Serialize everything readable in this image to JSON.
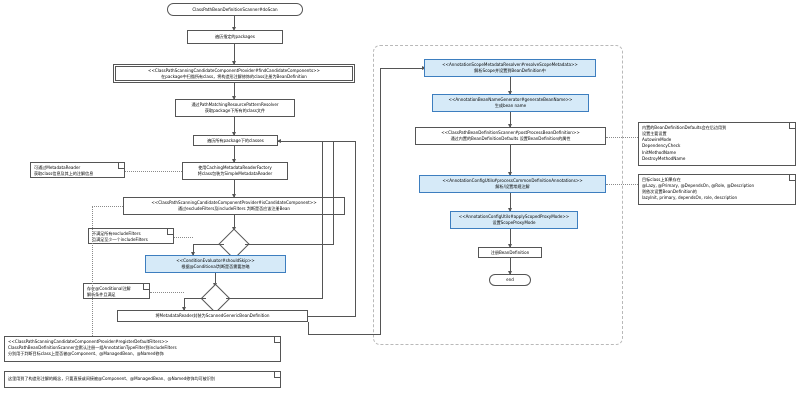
{
  "diagram": {
    "title": "ClassPathBeanDefinitionScanner#doScan flow",
    "colors": {
      "blue_fill": "#d6eaf8",
      "blue_border": "#3d7ebf",
      "node_border": "#555555",
      "group_border": "#b9b9b9"
    }
  },
  "nodes": {
    "start": {
      "label": "ClassPathBeanDefinitionScanner#doScan"
    },
    "iterate_packages": {
      "label": "遍历指定的packages"
    },
    "find_candidate_components": {
      "l1": "<<ClassPathScanningCandidateComponentProvider#findCandidateComponents>>",
      "l2": "在package中扫描所有class，将构造形注解修饰的class注册为BeanDefinition"
    },
    "resource_resolver": {
      "l1": "通过PathMatchingResourcePatternResolver",
      "l2": "获取package下所有的class文件"
    },
    "iterate_classes": {
      "label": "遍历所有package下的classes"
    },
    "metadata_reader_factory": {
      "l1": "使用CachingMetadataReaderFactory",
      "l2": "将class包装为SimpleMetadataReader"
    },
    "is_candidate_component": {
      "l1": "<<ClassPathScanningCandidateComponentProvider#isCandidateComponent>>",
      "l2": "通过excludeFilters及includeFilters 判断是否应该注册Bean"
    },
    "decision_filters": {
      "label": ""
    },
    "should_skip": {
      "l1": "<<ConditionEvaluator#shouldSkip>>",
      "l2": "根据@Conditional判断是否需要忽略"
    },
    "decision_conditional": {
      "label": ""
    },
    "wrap_bean_definition": {
      "label": "将MetadataReader封装为ScannedGenericBeanDefinition"
    },
    "resolve_scope_metadata": {
      "l1": "<<AnnotationScopeMetadataResolver#resolveScopeMetadata>>",
      "l2": "解析Scope并设置到BeanDefinition中"
    },
    "generate_bean_name": {
      "l1": "<<AnnotationBeanNameGenerator#generateBeanName>>",
      "l2": "生成bean name"
    },
    "post_process_bean_definition": {
      "l1": "<<ClassPathBeanDefinitionScanner#postProcessBeanDefinition>>",
      "l2": "通过内置的BeanDefinitionDefaults 设置BeanDefinition的属性"
    },
    "process_common_annotations": {
      "l1": "<<AnnotationConfigUtils#processCommonDefinitionAnnotations>>",
      "l2": "解析/设置常规注解"
    },
    "apply_scoped_proxy_mode": {
      "l1": "<<AnnotationConfigUtils#applyScopedProxyMode>>",
      "l2": "设置ScopeProxyMode"
    },
    "register_bean_definition": {
      "label": "注册BeanDefinition"
    },
    "end": {
      "label": "end"
    }
  },
  "notes": {
    "metadata_reader": {
      "lines": [
        "可通过MetadataReader",
        "获取class信息及其上的注解信息"
      ]
    },
    "filters_condition": {
      "lines": [
        "不满足所有excludeFilters",
        "且满足至少一个includeFilters"
      ]
    },
    "conditional_note": {
      "lines": [
        "存在@Conditional注解",
        "解析条件且满足"
      ]
    },
    "bean_definition_defaults": {
      "lines": [
        "内置的BeanDefinitionDefaults会在后边用到",
        "设置主要设置",
        "AutowireMode",
        "DependencyCheck",
        "InitMethodName",
        "DestroyMethodName"
      ]
    },
    "common_annotations": {
      "lines": [
        "目标class上如果存在",
        "@Lazy, @Primary, @DependsOn, @Role, @Description",
        "则依次设置BeanDefinition的",
        "lazyInit, primary, dependsOn, role, description"
      ]
    },
    "register_default_filters": {
      "lines": [
        "<<ClassPathScanningCandidateComponentProvider#registerDefaultFilters>>",
        "ClassPathBeanDefinitionScanner会默认注册一组AnnotationTypeFilter到includeFilters",
        "分别用于判断目标class上是否被@Component、@ManagedBean、@Named修饰"
      ]
    },
    "concept_note": {
      "lines": [
        "这里用到了构造形注解的概念，只要直接或间接被@Component、@ManagedBean、@Named修饰均可被识别"
      ]
    }
  }
}
